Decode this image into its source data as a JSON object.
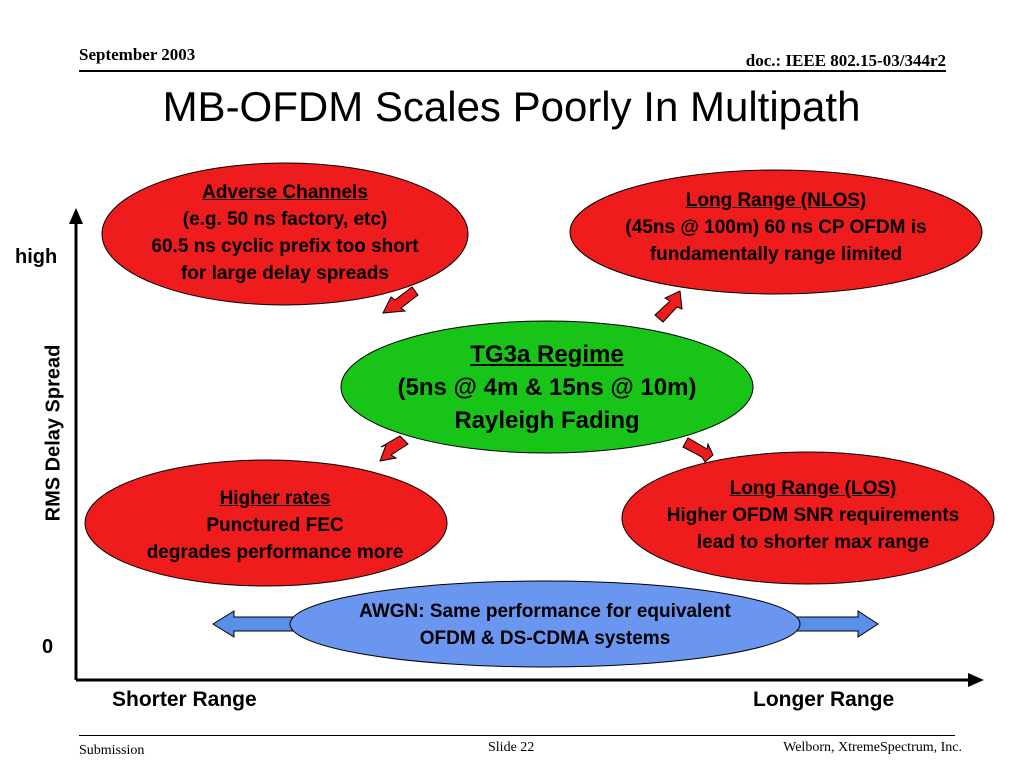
{
  "header": {
    "date": "September 2003",
    "doc": "doc.: IEEE 802.15-03/344r2"
  },
  "title": "MB-OFDM Scales Poorly In Multipath",
  "axes": {
    "y_label": "RMS Delay Spread",
    "y_high": "high",
    "y_zero": "0",
    "x_left": "Shorter Range",
    "x_right": "Longer Range"
  },
  "bubbles": {
    "adverse": {
      "title": "Adverse Channels",
      "lines": [
        "(e.g. 50 ns factory, etc)",
        "60.5 ns cyclic prefix too short",
        "for large delay spreads"
      ]
    },
    "nlos": {
      "title": "Long Range (NLOS)",
      "lines": [
        "(45ns @ 100m) 60 ns CP OFDM is",
        "fundamentally range limited"
      ]
    },
    "tg3a": {
      "title": "TG3a Regime",
      "lines": [
        "(5ns @ 4m & 15ns @ 10m)",
        "Rayleigh Fading"
      ]
    },
    "higher_rates": {
      "title": "Higher rates",
      "lines": [
        "Punctured FEC",
        "degrades performance more"
      ]
    },
    "los": {
      "title": "Long Range (LOS)",
      "lines": [
        "Higher OFDM SNR requirements",
        "lead to shorter max range"
      ]
    },
    "awgn": {
      "lines": [
        "AWGN: Same performance for equivalent",
        "OFDM & DS-CDMA systems"
      ]
    }
  },
  "colors": {
    "red_bubble": "#ee1c1c",
    "green_bubble": "#17c417",
    "blue_bubble": "#6a96f0",
    "arrow_blue": "#5a8fe8"
  },
  "footer": {
    "left": "Submission",
    "center": "Slide 22",
    "right": "Welborn, XtremeSpectrum, Inc."
  }
}
